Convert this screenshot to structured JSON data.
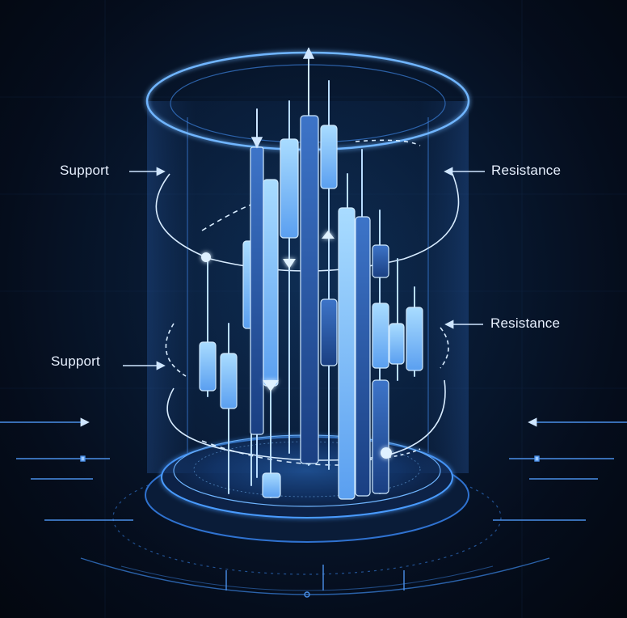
{
  "labels": {
    "support_upper": "Support",
    "resistance_upper": "Resistance",
    "support_lower": "Support",
    "resistance_lower": "Resistance"
  },
  "colors": {
    "background": "#050d1c",
    "cylinder_glow": "#4a9bff",
    "candle_light": "#8fd0ff",
    "candle_dark": "#1f4e9a",
    "label_text": "#e8f1ff"
  }
}
